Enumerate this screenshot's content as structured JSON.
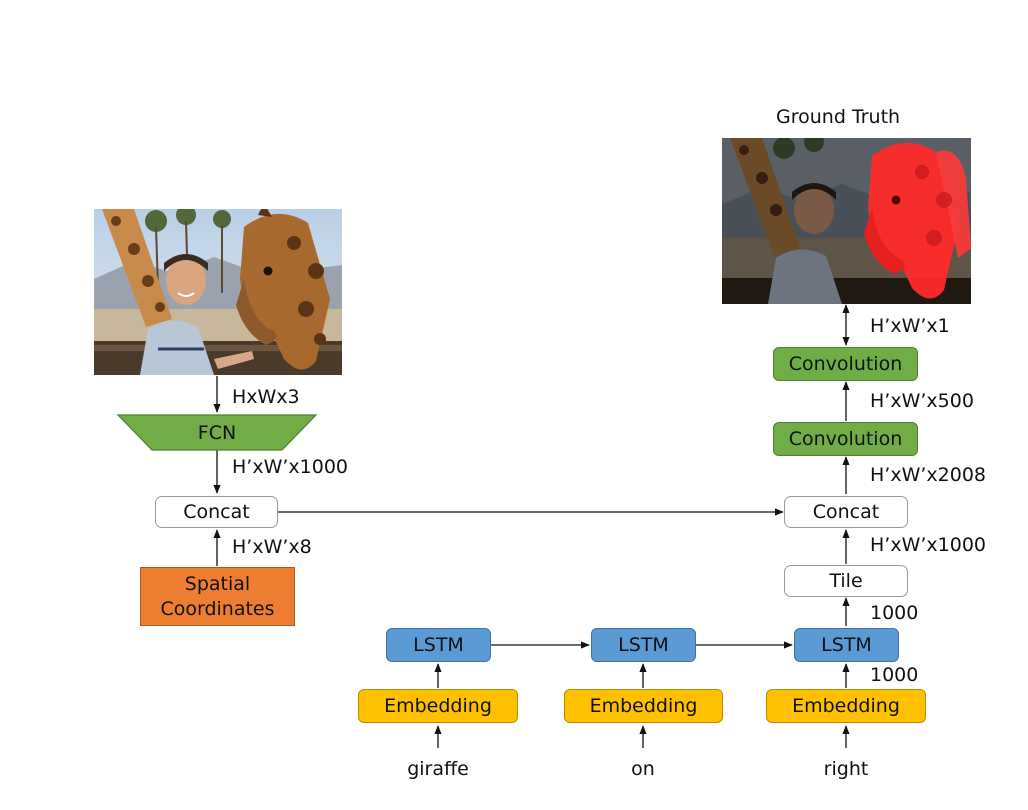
{
  "ground_truth_title": "Ground Truth",
  "fcn": {
    "label": "FCN"
  },
  "left_concat": {
    "label": "Concat"
  },
  "right_concat": {
    "label": "Concat"
  },
  "spatial": {
    "line1": "Spatial",
    "line2": "Coordinates"
  },
  "tile": {
    "label": "Tile"
  },
  "convolution_1": {
    "label": "Convolution"
  },
  "convolution_2": {
    "label": "Convolution"
  },
  "lstm_cells": [
    {
      "label": "LSTM"
    },
    {
      "label": "LSTM"
    },
    {
      "label": "LSTM"
    }
  ],
  "embeddings": [
    {
      "label": "Embedding"
    },
    {
      "label": "Embedding"
    },
    {
      "label": "Embedding"
    }
  ],
  "words": [
    "giraffe",
    "on",
    "right"
  ],
  "dims": {
    "image_out": "HxWx3",
    "fcn_out": "H’xW’x1000",
    "spatial_out": "H’xW’x8",
    "tile_out": "H’xW’x1000",
    "concat_out": "H’xW’x2008",
    "conv1_out": "H’xW’x500",
    "conv2_out": "H’xW’x1",
    "lstm_out": "1000",
    "embedding_out": "1000"
  },
  "colors": {
    "lstm": "#5b9bd5",
    "embedding": "#ffc000",
    "convolution": "#70ad47",
    "fcn": "#70ad47",
    "spatial": "#ed7d31",
    "mask": "#ff2a2a"
  }
}
